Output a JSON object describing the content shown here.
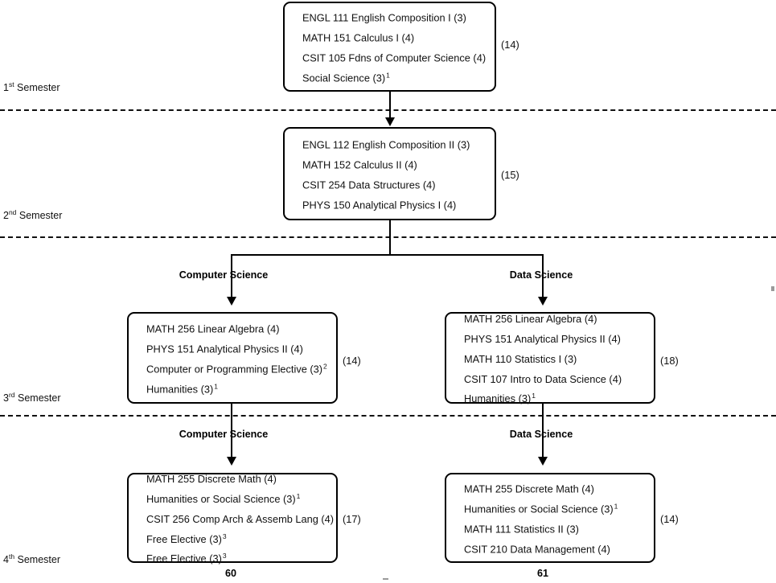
{
  "diagram": {
    "title": "Computer Science / Data Science Curriculum Flowchart",
    "semesters": [
      {
        "label_text": "1",
        "label_sup": "st",
        "label_suffix": " Semester"
      },
      {
        "label_text": "2",
        "label_sup": "nd",
        "label_suffix": " Semester"
      },
      {
        "label_text": "3",
        "label_sup": "rd",
        "label_suffix": " Semester"
      },
      {
        "label_text": "4",
        "label_sup": "th",
        "label_suffix": " Semester"
      }
    ],
    "boxes": {
      "sem1": {
        "credits": "(14)",
        "courses": [
          {
            "text": "ENGL 111 English Composition I (3)",
            "note": ""
          },
          {
            "text": "MATH  151 Calculus I (4)",
            "note": ""
          },
          {
            "text": "CSIT 105 Fdns of Computer Science (4)",
            "note": ""
          },
          {
            "text": "Social Science (3)",
            "note": "1"
          }
        ]
      },
      "sem2": {
        "credits": "(15)",
        "courses": [
          {
            "text": "ENGL 112 English Composition II (3)",
            "note": ""
          },
          {
            "text": "MATH  152 Calculus II (4)",
            "note": ""
          },
          {
            "text": "CSIT 254 Data Structures (4)",
            "note": ""
          },
          {
            "text": "PHYS 150 Analytical Physics I (4)",
            "note": ""
          }
        ]
      },
      "sem3_cs": {
        "credits": "(14)",
        "courses": [
          {
            "text": "MATH  256 Linear Algebra (4)",
            "note": ""
          },
          {
            "text": "PHYS 151 Analytical Physics II (4)",
            "note": ""
          },
          {
            "text": "Computer or Programming Elective (3)",
            "note": "2"
          },
          {
            "text": "Humanities (3)",
            "note": "1"
          }
        ]
      },
      "sem3_ds": {
        "credits": "(18)",
        "courses": [
          {
            "text": "MATH 256 Linear Algebra (4)",
            "note": ""
          },
          {
            "text": "PHYS 151 Analytical Physics II (4)",
            "note": ""
          },
          {
            "text": "MATH  110 Statistics I (3)",
            "note": ""
          },
          {
            "text": "CSIT 107 Intro to Data Science (4)",
            "note": ""
          },
          {
            "text": "Humanities (3)",
            "note": "1"
          }
        ]
      },
      "sem4_cs": {
        "credits": "(17)",
        "courses": [
          {
            "text": "MATH  255 Discrete Math (4)",
            "note": ""
          },
          {
            "text": "Humanities or Social Science (3)",
            "note": "1"
          },
          {
            "text": "CSIT 256 Comp Arch & Assemb Lang (4)",
            "note": ""
          },
          {
            "text": "Free Elective (3)",
            "note": "3"
          },
          {
            "text": "Free Elective (3)",
            "note": "3"
          }
        ]
      },
      "sem4_ds": {
        "credits": "(14)",
        "courses": [
          {
            "text": "MATH 255 Discrete Math (4)",
            "note": ""
          },
          {
            "text": "Humanities or Social Science (3)",
            "note": "1"
          },
          {
            "text": "MATH  111 Statistics II (3)",
            "note": ""
          },
          {
            "text": "CSIT 210 Data Management (4)",
            "note": ""
          }
        ]
      }
    },
    "tracks": {
      "cs_label": "Computer Science",
      "ds_label": "Data Science"
    },
    "totals": {
      "cs_total": "60",
      "ds_total": "61"
    },
    "colors": {
      "line": "#000000",
      "text": "#111111",
      "background": "#ffffff"
    }
  }
}
